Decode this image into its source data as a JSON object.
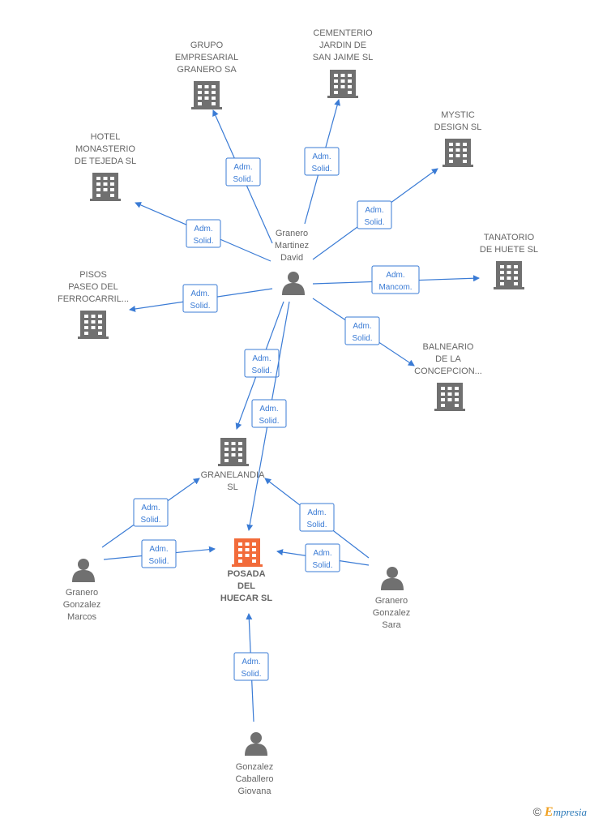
{
  "colors": {
    "accent": "#3a7bd5",
    "node": "#707070",
    "highlight": "#f26b3a"
  },
  "nodes": [
    {
      "id": "grupo",
      "type": "company",
      "lines": [
        "GRUPO",
        "EMPRESARIAL",
        "GRANERO SA"
      ]
    },
    {
      "id": "cementerio",
      "type": "company",
      "lines": [
        "CEMENTERIO",
        "JARDIN DE",
        "SAN JAIME  SL"
      ]
    },
    {
      "id": "mystic",
      "type": "company",
      "lines": [
        "MYSTIC",
        "DESIGN SL"
      ]
    },
    {
      "id": "hotel",
      "type": "company",
      "lines": [
        "HOTEL",
        "MONASTERIO",
        "DE TEJEDA  SL"
      ]
    },
    {
      "id": "tanatorio",
      "type": "company",
      "lines": [
        "TANATORIO",
        "DE HUETE SL"
      ]
    },
    {
      "id": "pisos",
      "type": "company",
      "lines": [
        "PISOS",
        "PASEO DEL",
        "FERROCARRIL..."
      ]
    },
    {
      "id": "balneario",
      "type": "company",
      "lines": [
        "BALNEARIO",
        "DE LA",
        "CONCEPCION..."
      ]
    },
    {
      "id": "granelandia",
      "type": "company",
      "lines": [
        "GRANELANDIA",
        "SL"
      ]
    },
    {
      "id": "posada",
      "type": "company-main",
      "lines": [
        "POSADA",
        "DEL",
        "HUECAR  SL"
      ]
    },
    {
      "id": "david",
      "type": "person",
      "lines": [
        "Granero",
        "Martinez",
        "David"
      ]
    },
    {
      "id": "marcos",
      "type": "person",
      "lines": [
        "Granero",
        "Gonzalez",
        "Marcos"
      ]
    },
    {
      "id": "sara",
      "type": "person",
      "lines": [
        "Granero",
        "Gonzalez",
        "Sara"
      ]
    },
    {
      "id": "giovana",
      "type": "person",
      "lines": [
        "Gonzalez",
        "Caballero",
        "Giovana"
      ]
    }
  ],
  "edges": [
    {
      "from": "david",
      "to": "grupo",
      "label": [
        "Adm.",
        "Solid."
      ]
    },
    {
      "from": "david",
      "to": "cementerio",
      "label": [
        "Adm.",
        "Solid."
      ]
    },
    {
      "from": "david",
      "to": "mystic",
      "label": [
        "Adm.",
        "Solid."
      ]
    },
    {
      "from": "david",
      "to": "hotel",
      "label": [
        "Adm.",
        "Solid."
      ]
    },
    {
      "from": "david",
      "to": "tanatorio",
      "label": [
        "Adm.",
        "Mancom."
      ]
    },
    {
      "from": "david",
      "to": "pisos",
      "label": [
        "Adm.",
        "Solid."
      ]
    },
    {
      "from": "david",
      "to": "balneario",
      "label": [
        "Adm.",
        "Solid."
      ]
    },
    {
      "from": "david",
      "to": "granelandia",
      "label": [
        "Adm.",
        "Solid."
      ]
    },
    {
      "from": "david",
      "to": "posada",
      "label": [
        "Adm.",
        "Solid."
      ]
    },
    {
      "from": "marcos",
      "to": "granelandia",
      "label": [
        "Adm.",
        "Solid."
      ]
    },
    {
      "from": "marcos",
      "to": "posada",
      "label": [
        "Adm.",
        "Solid."
      ]
    },
    {
      "from": "sara",
      "to": "granelandia",
      "label": [
        "Adm.",
        "Solid."
      ]
    },
    {
      "from": "sara",
      "to": "posada",
      "label": [
        "Adm.",
        "Solid."
      ]
    },
    {
      "from": "giovana",
      "to": "posada",
      "label": [
        "Adm.",
        "Solid."
      ]
    }
  ],
  "brand": {
    "copyright": "©",
    "e": "E",
    "rest": "mpresia"
  }
}
